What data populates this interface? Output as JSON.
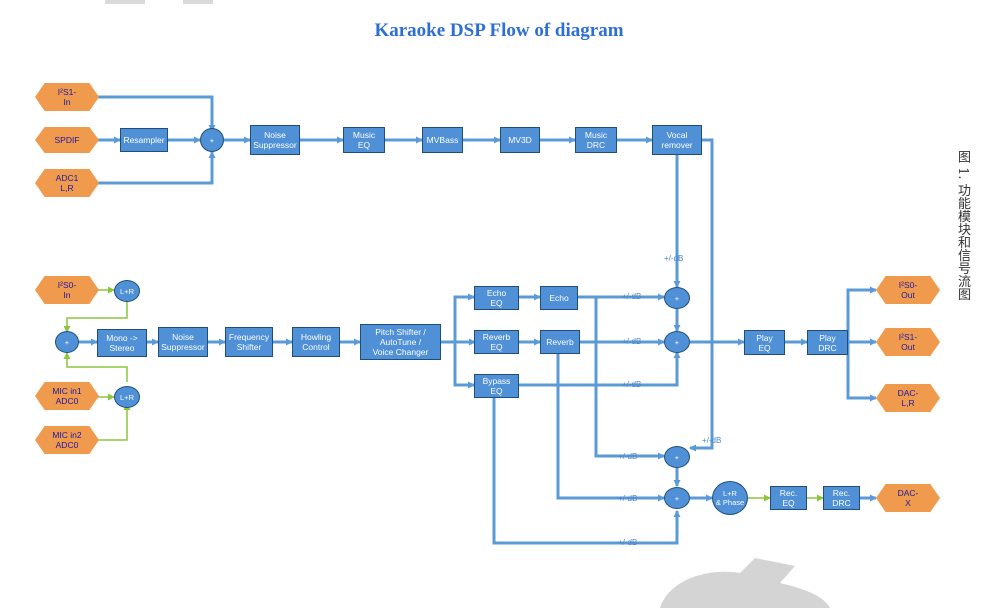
{
  "title": "Karaoke DSP  Flow of diagram",
  "side_caption": "图 1. 功能模块和信号流图",
  "inputs": {
    "i2s1_in": "I²S1-\nIn",
    "spdif": "SPDIF",
    "adc1": "ADC1\nL,R",
    "i2s0_in": "I²S0-\nIn",
    "mic1": "MIC in1\nADC0",
    "mic2": "MIC in2\nADC0"
  },
  "outputs": {
    "i2s0_out": "I²S0-\nOut",
    "i2s1_out": "I²S1-\nOut",
    "dac_lr": "DAC-\nL,R",
    "dac_x": "DAC-\nX"
  },
  "blocks": {
    "resampler": "Resampler",
    "noise_suppressor_music": "Noise\nSuppressor",
    "music_eq": "Music\nEQ",
    "mvbass": "MVBass",
    "mv3d": "MV3D",
    "music_drc": "Music\nDRC",
    "vocal_remover": "Vocal\nremover",
    "mono_stereo": "Mono ->\nStereo",
    "noise_suppressor_mic": "Noise\nSuppressor",
    "frequency_shifter": "Frequency\nShifter",
    "howling_control": "Howling\nControl",
    "pitch_shifter": "Pitch Shifter /\nAutoTune /\nVoice Changer",
    "echo_eq": "Echo\nEQ",
    "echo": "Echo",
    "reverb_eq": "Reverb\nEQ",
    "reverb": "Reverb",
    "bypass_eq": "Bypass\nEQ",
    "play_eq": "Play\nEQ",
    "play_drc": "Play\nDRC",
    "rec_eq": "Rec.\nEQ",
    "rec_drc": "Rec.\nDRC"
  },
  "nodes": {
    "sum_symbol": "+",
    "lr": "L+R",
    "lr_phase": "L+R\n& Phase"
  },
  "gain_label": "+/-dB",
  "colors": {
    "block_fill": "#4f90d6",
    "block_border": "#1f4e79",
    "input_fill": "#f09a4d",
    "input_text": "#1a1aa6",
    "signal_line": "#5b9bd5",
    "mic_line": "#8cc63f",
    "title": "#2e6fd6"
  }
}
